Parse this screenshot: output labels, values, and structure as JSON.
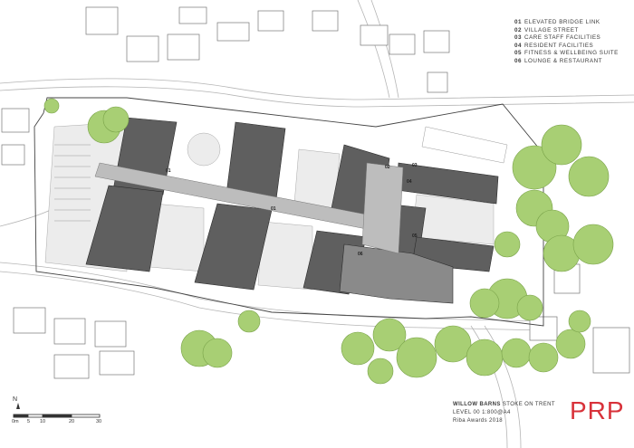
{
  "legend": {
    "items": [
      {
        "num": "01",
        "label": "ELEVATED BRIDGE LINK"
      },
      {
        "num": "02",
        "label": "VILLAGE STREET"
      },
      {
        "num": "03",
        "label": "CARE STAFF FACILITIES"
      },
      {
        "num": "04",
        "label": "RESIDENT FACILITIES"
      },
      {
        "num": "05",
        "label": "FITNESS & WELLBEING SUITE"
      },
      {
        "num": "06",
        "label": "LOUNGE & RESTAURANT"
      }
    ]
  },
  "title_block": {
    "project": "WILLOW BARNS",
    "location": "STOKE ON TRENT",
    "level": "LEVEL 00 1:800@A4",
    "award": "Riba Awards 2018"
  },
  "logo": "PRP",
  "north_label": "N",
  "scale_bar": {
    "labels": [
      "0m",
      "5",
      "10",
      "20",
      "30"
    ]
  },
  "plan_tags": [
    "01",
    "01",
    "02",
    "03",
    "04",
    "05",
    "06"
  ],
  "colors": {
    "building": "#5f5f5f",
    "tree": "#a8cf74",
    "linework": "#9a9a9a",
    "brand": "#d8323a"
  }
}
